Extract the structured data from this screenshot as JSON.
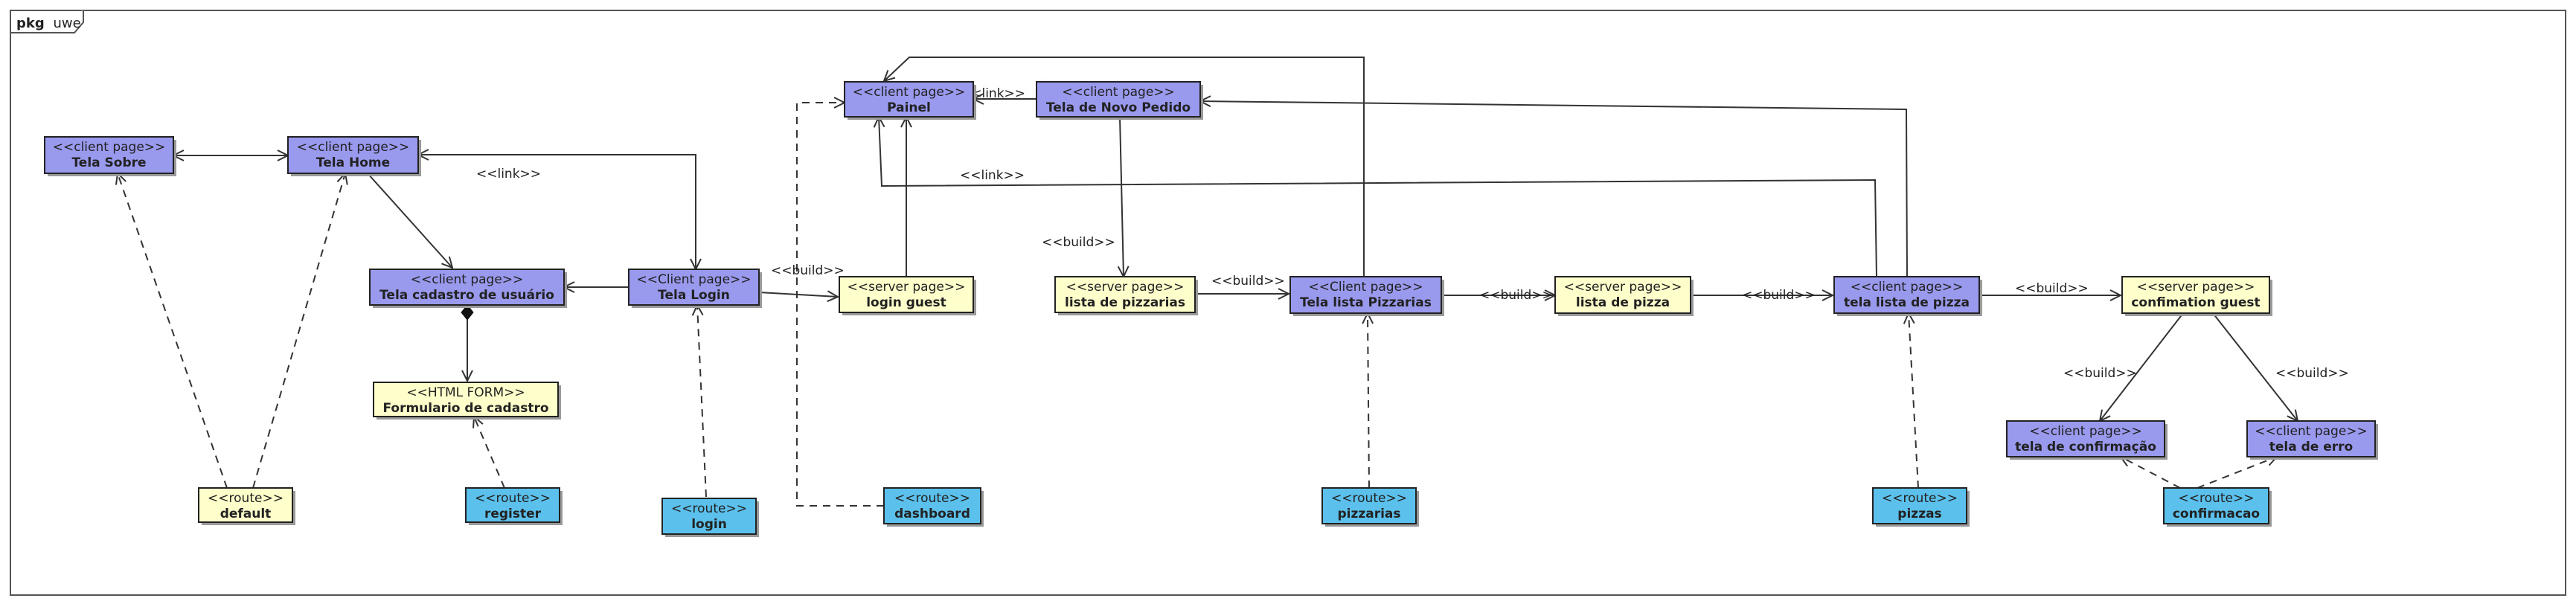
{
  "package": {
    "keyword": "pkg",
    "name": "uwe"
  },
  "colors": {
    "client_page": "#9999ee",
    "server_page": "#ffffcc",
    "route_blue": "#5bc0eb",
    "route_yellow": "#ffffcc",
    "line": "#333333"
  },
  "nodes": [
    {
      "id": "tela_sobre",
      "stereotype": "<<client page>>",
      "name": "Tela Sobre",
      "kind": "client_page"
    },
    {
      "id": "tela_home",
      "stereotype": "<<client page>>",
      "name": "Tela Home",
      "kind": "client_page"
    },
    {
      "id": "tela_cadastro",
      "stereotype": "<<client page>>",
      "name": "Tela cadastro de usuário",
      "kind": "client_page"
    },
    {
      "id": "formulario",
      "stereotype": "<<HTML FORM>>",
      "name": "Formulario de cadastro",
      "kind": "server_page"
    },
    {
      "id": "tela_login",
      "stereotype": "<<Client page>>",
      "name": "Tela Login",
      "kind": "client_page"
    },
    {
      "id": "login_guest",
      "stereotype": "<<server page>>",
      "name": "login guest",
      "kind": "server_page"
    },
    {
      "id": "painel",
      "stereotype": "<<client page>>",
      "name": "Painel",
      "kind": "client_page"
    },
    {
      "id": "novo_pedido",
      "stereotype": "<<client page>>",
      "name": "Tela de Novo Pedido",
      "kind": "client_page"
    },
    {
      "id": "lista_pizzarias",
      "stereotype": "<<server page>>",
      "name": "lista de pizzarias",
      "kind": "server_page"
    },
    {
      "id": "tela_lista_pizzarias",
      "stereotype": "<<Client page>>",
      "name": "Tela lista Pizzarias",
      "kind": "client_page"
    },
    {
      "id": "lista_pizza",
      "stereotype": "<<server page>>",
      "name": "lista de pizza",
      "kind": "server_page"
    },
    {
      "id": "tela_lista_pizza",
      "stereotype": "<<client page>>",
      "name": "tela lista de pizza",
      "kind": "client_page"
    },
    {
      "id": "confirmation_guest",
      "stereotype": "<<server page>>",
      "name": "confimation guest",
      "kind": "server_page"
    },
    {
      "id": "tela_confirmacao",
      "stereotype": "<<client page>>",
      "name": "tela de confirmação",
      "kind": "client_page"
    },
    {
      "id": "tela_erro",
      "stereotype": "<<client page>>",
      "name": "tela de erro",
      "kind": "client_page"
    },
    {
      "id": "route_default",
      "stereotype": "<<route>>",
      "name": "default",
      "kind": "route_yellow"
    },
    {
      "id": "route_register",
      "stereotype": "<<route>>",
      "name": "register",
      "kind": "route_blue"
    },
    {
      "id": "route_login",
      "stereotype": "<<route>>",
      "name": "login",
      "kind": "route_blue"
    },
    {
      "id": "route_dashboard",
      "stereotype": "<<route>>",
      "name": "dashboard",
      "kind": "route_blue"
    },
    {
      "id": "route_pizzarias",
      "stereotype": "<<route>>",
      "name": "pizzarias",
      "kind": "route_blue"
    },
    {
      "id": "route_pizzas",
      "stereotype": "<<route>>",
      "name": "pizzas",
      "kind": "route_blue"
    },
    {
      "id": "route_confirmacao",
      "stereotype": "<<route>>",
      "name": "confirmacao",
      "kind": "route_blue"
    }
  ],
  "edge_labels": [
    "<<link>>",
    "<<link>>",
    "<<link>>",
    "<<build>>",
    "<<build>>",
    "<<build>>",
    "<<build>>",
    "<<build>>",
    "<<build>>",
    "<<build>>",
    "<<build>>"
  ]
}
